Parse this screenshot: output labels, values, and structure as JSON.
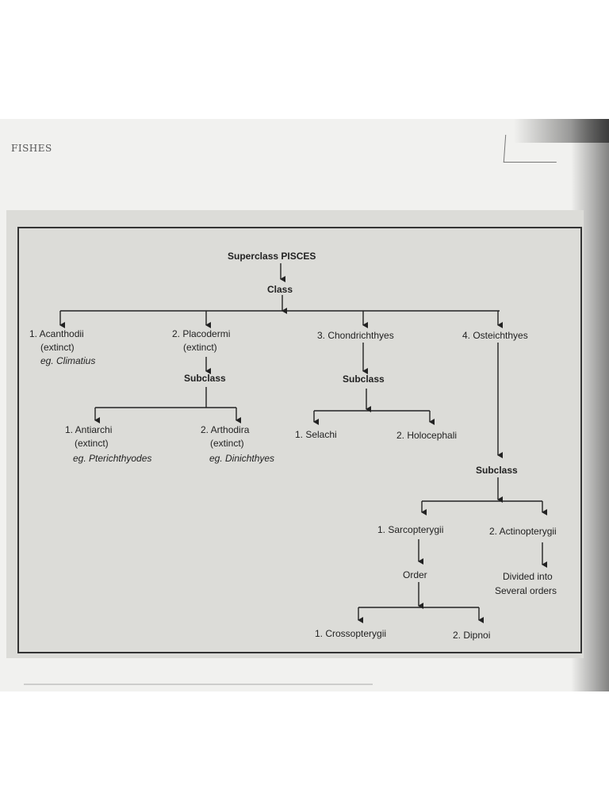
{
  "header": "FISHES",
  "diagram": {
    "superclass": "Superclass PISCES",
    "class": "Class",
    "classes": [
      {
        "name": "1. Acanthodii",
        "status": "(extinct)",
        "example": "eg. Climatius"
      },
      {
        "name": "2. Placodermi",
        "status": "(extinct)"
      },
      {
        "name": "3. Chondrichthyes"
      },
      {
        "name": "4. Osteichthyes"
      }
    ],
    "placodermi": {
      "subclass": "Subclass",
      "children": [
        {
          "name": "1. Antiarchi",
          "status": "(extinct)",
          "example": "eg. Pterichthyodes"
        },
        {
          "name": "2. Arthodira",
          "status": "(extinct)",
          "example": "eg. Dinichthyes"
        }
      ]
    },
    "chondrichthyes": {
      "subclass": "Subclass",
      "children": [
        "1. Selachi",
        "2. Holocephali"
      ]
    },
    "osteichthyes": {
      "subclass": "Subclass",
      "children": [
        "1. Sarcopterygii",
        "2. Actinopterygii"
      ],
      "actino_note": [
        "Divided into",
        "Several orders"
      ],
      "sarco_order": "Order",
      "orders": [
        "1. Crossopterygii",
        "2. Dipnoi"
      ]
    }
  }
}
